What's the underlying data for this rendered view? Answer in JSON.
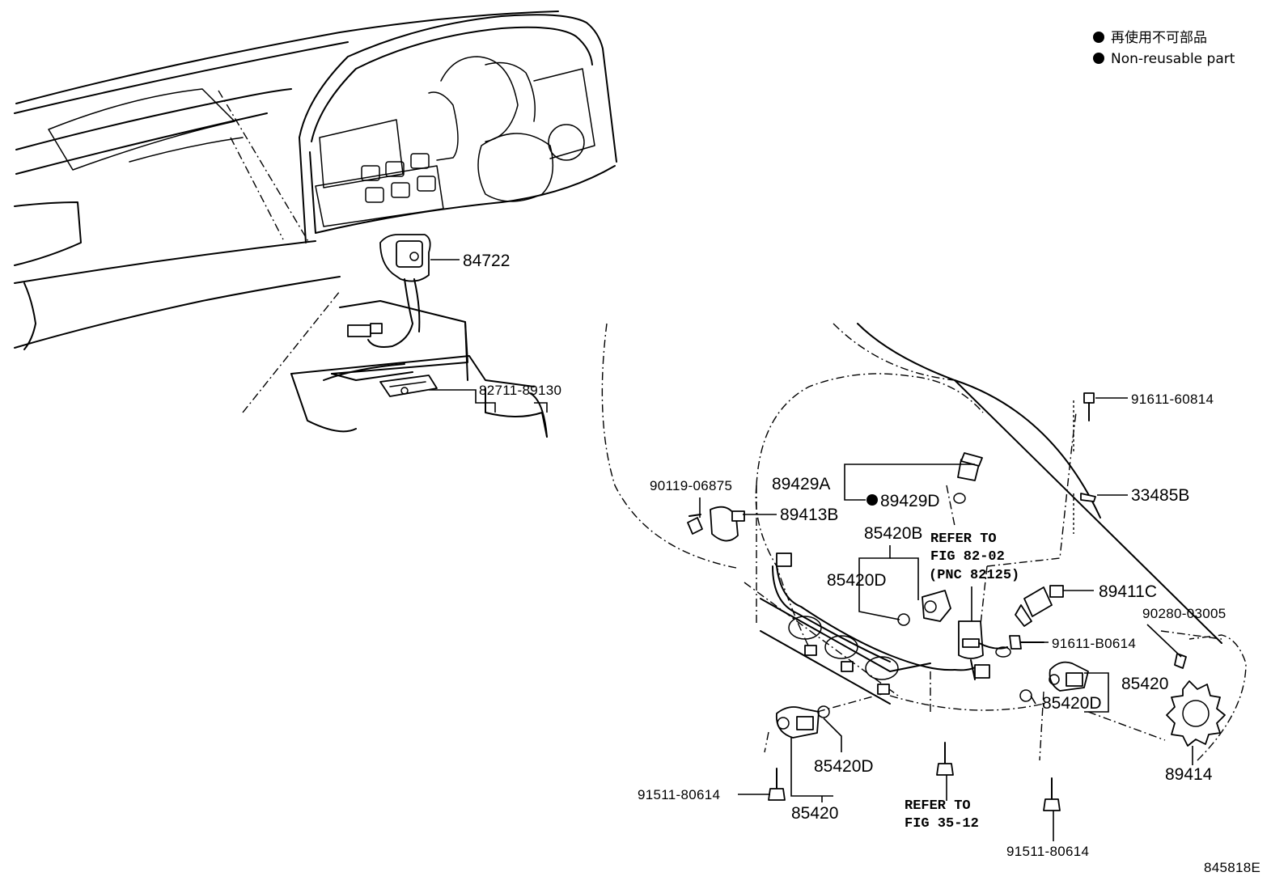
{
  "legend": {
    "bullet_color": "#000000",
    "line_jp": "再使用不可部品",
    "line_en": "Non-reusable part"
  },
  "parts": {
    "p84722": "84722",
    "p82711": "82711-89130",
    "p91611_60814": "91611-60814",
    "p33485B": "33485B",
    "p89429A": "89429A",
    "p89429D": "89429D",
    "p90119": "90119-06875",
    "p89413B": "89413B",
    "p85420B": "85420B",
    "p85420D_upper": "85420D",
    "p89411C": "89411C",
    "p90280": "90280-03005",
    "p91611_B0614": "91611-B0614",
    "p85420_right": "85420",
    "p85420D_right": "85420D",
    "p85420D_left": "85420D",
    "p85420_left": "85420",
    "p91511_left": "91511-80614",
    "p91511_right": "91511-80614",
    "p89414": "89414"
  },
  "refs": {
    "r82_line1": "REFER TO",
    "r82_line2": "FIG 82-02",
    "r82_line3": "(PNC 82125)",
    "r35_line1": "REFER TO",
    "r35_line2": "FIG 35-12"
  },
  "figure_id": "845818E"
}
